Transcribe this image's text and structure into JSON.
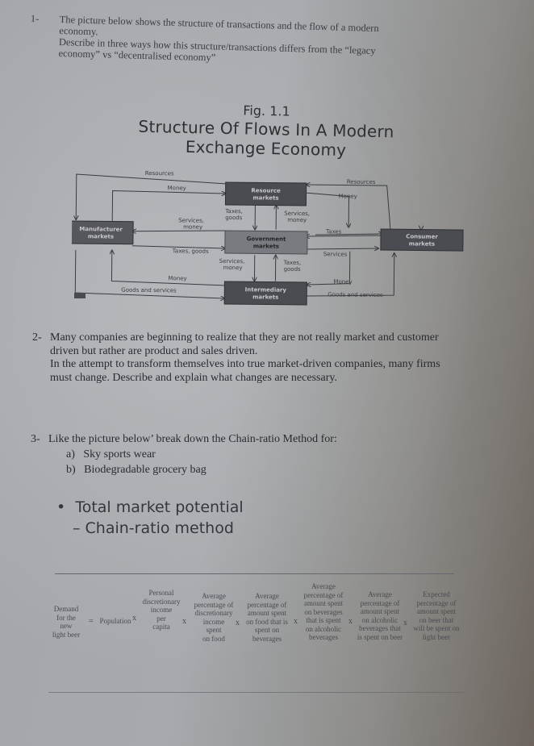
{
  "question1": {
    "number": "1-",
    "line1": "The picture below shows the structure of transactions and the flow of a modern",
    "line2": "economy.",
    "line3": "Describe in three ways how this structure/transactions differs from the “legacy",
    "line4": "economy” vs “decentralised economy”"
  },
  "figure": {
    "number": "Fig. 1.1",
    "title_line1": "Structure Of Flows In A Modern",
    "title_line2": "Exchange Economy",
    "boxes": {
      "resource": [
        "Resource",
        "markets"
      ],
      "manufacturer": [
        "Manufacturer",
        "markets"
      ],
      "government": [
        "Government",
        "markets"
      ],
      "consumer": [
        "Consumer",
        "markets"
      ],
      "intermediary": [
        "Intermediary",
        "markets"
      ]
    },
    "flows": {
      "resources_left": "Resources",
      "money_left_top": "Money",
      "services_money_left": [
        "Services,",
        "money"
      ],
      "taxes_goods_left": "Taxes, goods",
      "money_left_bottom": "Money",
      "goods_services_left": "Goods and services",
      "taxes_goods_top": [
        "Taxes,",
        "goods"
      ],
      "services_money_top": [
        "Services,",
        "money"
      ],
      "services_money_bottom": [
        "Services,",
        "money"
      ],
      "taxes_goods_bottom": [
        "Taxes,",
        "goods"
      ],
      "resources_right": "Resources",
      "money_right_top": "Money",
      "taxes_right": "Taxes",
      "services_right": "Services",
      "money_right_bottom": "Money",
      "goods_services_right": "Goods and services"
    }
  },
  "question2": {
    "number": "2-",
    "line1": "Many companies are beginning to realize that they are not really market and customer",
    "line2": "driven but rather are product and sales driven.",
    "line3": "In the attempt to transform themselves into true market-driven companies, many firms",
    "line4": "must change. Describe and explain what changes are necessary."
  },
  "question3": {
    "number": "3-",
    "line1": "Like the picture below’ break down the Chain-ratio Method for:",
    "items": [
      {
        "label": "a)",
        "text": "Sky sports wear"
      },
      {
        "label": "b)",
        "text": "Biodegradable grocery bag"
      }
    ]
  },
  "slide": {
    "bullet": "•",
    "heading": "Total market potential",
    "subheading": "– Chain-ratio method"
  },
  "formula": {
    "result": [
      "Demand",
      "for the",
      "new",
      "light beer"
    ],
    "equals": "=",
    "times": "x",
    "terms": [
      [
        "Population"
      ],
      [
        "Personal",
        "discretionary",
        "income",
        "per",
        "capita"
      ],
      [
        "Average",
        "percentage of",
        "discretionary",
        "income",
        "spent",
        "on food"
      ],
      [
        "Average",
        "percentage of",
        "amount spent",
        "on food that is",
        "spent on",
        "beverages"
      ],
      [
        "Average",
        "percentage of",
        "amount spent",
        "on beverages",
        "that is spent",
        "on alcoholic",
        "beverages"
      ],
      [
        "Average",
        "percentage of",
        "amount spent",
        "on alcoholic",
        "beverages that",
        "is spent on beer"
      ],
      [
        "Expected",
        "percentage of",
        "amount spent",
        "on beer that",
        "will be spent on",
        "light beer"
      ]
    ]
  }
}
